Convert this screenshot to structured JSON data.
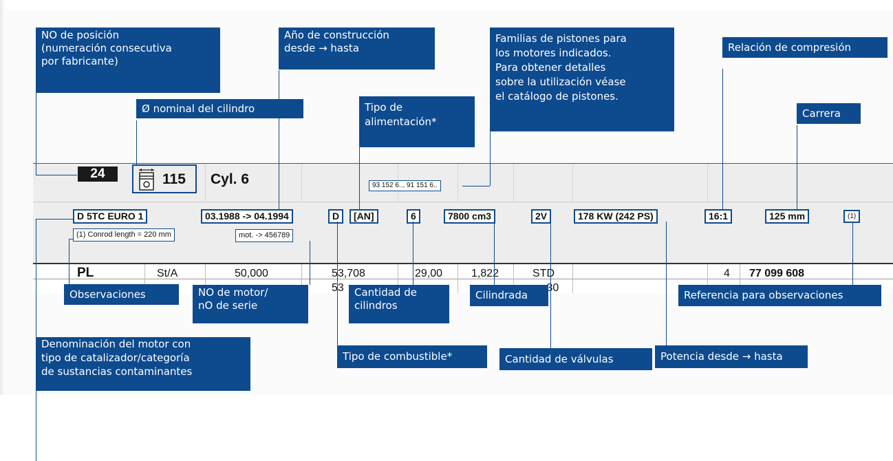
{
  "labels": {
    "position_no": [
      "NO de posición",
      "(numeración consecutiva",
      "por fabricante)"
    ],
    "year": [
      "Año de construcción",
      "desde → hasta"
    ],
    "families": [
      "Familias de pistones para",
      "los motores indicados.",
      "Para obtener detalles",
      "sobre la utilización véase",
      "el catálogo de pistones."
    ],
    "compression": "Relación de compresión",
    "nominal_diameter": "Ø nominal del cilindro",
    "feed_type": [
      "Tipo de",
      "alimentación*"
    ],
    "stroke": "Carrera",
    "observations": "Observaciones",
    "engine_no": [
      "NO de motor/",
      "nO de serie"
    ],
    "cylinders_count": [
      "Cantidad de",
      "cilindros"
    ],
    "displacement": "Cilindrada",
    "obs_reference": "Referencia para observaciones",
    "engine_name": [
      "Denominación del motor con",
      "tipo de catalizador/categoría",
      "de sustancias contaminantes"
    ],
    "fuel_type": "Tipo de combustible*",
    "valves": "Cantidad de válvulas",
    "power": "Potencia desde → hasta"
  },
  "record": {
    "position": "24",
    "bore": "115",
    "cylinders_title": "Cyl. 6",
    "piston_families": "93 152 6.., 91 151 6..",
    "engine_designation": "D 5TC EURO 1",
    "years": "03.1988 -> 04.1994",
    "fuel": "D",
    "feed": "[AN]",
    "cylinders": "6",
    "displacement": "7800 cm3",
    "valves": "2V",
    "power": "178 KW (242 PS)",
    "compression": "16:1",
    "stroke": "125 mm",
    "obs_ref": "(1)",
    "conrod_note": "(1) Conrod length = 220 mm",
    "engine_number": "mot. -> 456789"
  },
  "data_row": {
    "code": "PL",
    "material": "St/A",
    "c1": "50,000",
    "c2": "53,708",
    "c2b": "53",
    "c3": "29,00",
    "c4": "1,822",
    "c5": "STD",
    "c5b": ".30",
    "qty": "4",
    "ref": "77 099 608"
  }
}
